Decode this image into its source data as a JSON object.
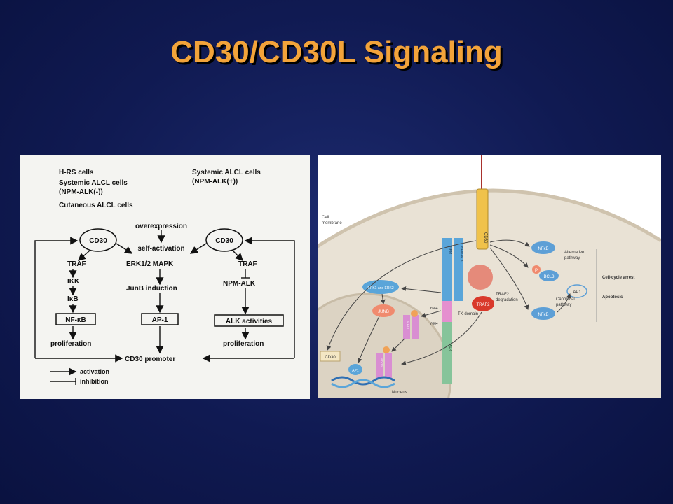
{
  "slide": {
    "title": "CD30/CD30L Signaling"
  },
  "left_diagram": {
    "header_left": [
      "H-RS cells",
      "Systemic ALCL cells",
      "(NPM-ALK(-))",
      "Cutaneous ALCL cells"
    ],
    "header_right": [
      "Systemic ALCL cells",
      "(NPM-ALK(+))"
    ],
    "cd30": "CD30",
    "overexpression": "overexpression",
    "self_activation": "self-activation",
    "traf": "TRAF",
    "ikk": "IKK",
    "ikb": "IκB",
    "nfkb": "NF-κB",
    "proliferation": "proliferation",
    "erk": "ERK1/2 MAPK",
    "junb": "JunB induction",
    "ap1": "AP-1",
    "cd30_promoter": "CD30 promoter",
    "npm_alk": "NPM-ALK",
    "alk_activities": "ALK activities",
    "legend_activation": "activation",
    "legend_inhibition": "inhibition"
  },
  "right_diagram": {
    "cell_membrane": [
      "Cell",
      "membrane"
    ],
    "cd30_receptor": "CD30",
    "traf2_deg": [
      "TRAF2",
      "degradation"
    ],
    "nfkb_alt": "NFκB",
    "p": "P",
    "bcl": "BCL3",
    "ap1": "AP1",
    "nfkb": "NFκB",
    "alternative_pathway": [
      "Alternative",
      "pathway"
    ],
    "canonical_pathway": [
      "Canonical",
      "pathway"
    ],
    "cell_cycle_arrest": "Cell-cycle arrest",
    "apoptosis": "Apoptosis",
    "erk": "ERK1 and ERK2",
    "junb": "JUNB",
    "traf2": "TRAF2",
    "npm": "NPM",
    "npm_alk": "NPM-ALK",
    "alk": "ALK",
    "tk_domain": "TK domain",
    "y664": "Y664",
    "y664b": "Y664",
    "stat3": "STAT3",
    "cd30_gene": "CD30",
    "ap1_gene": "AP1",
    "nucleus": "Nucleus"
  }
}
